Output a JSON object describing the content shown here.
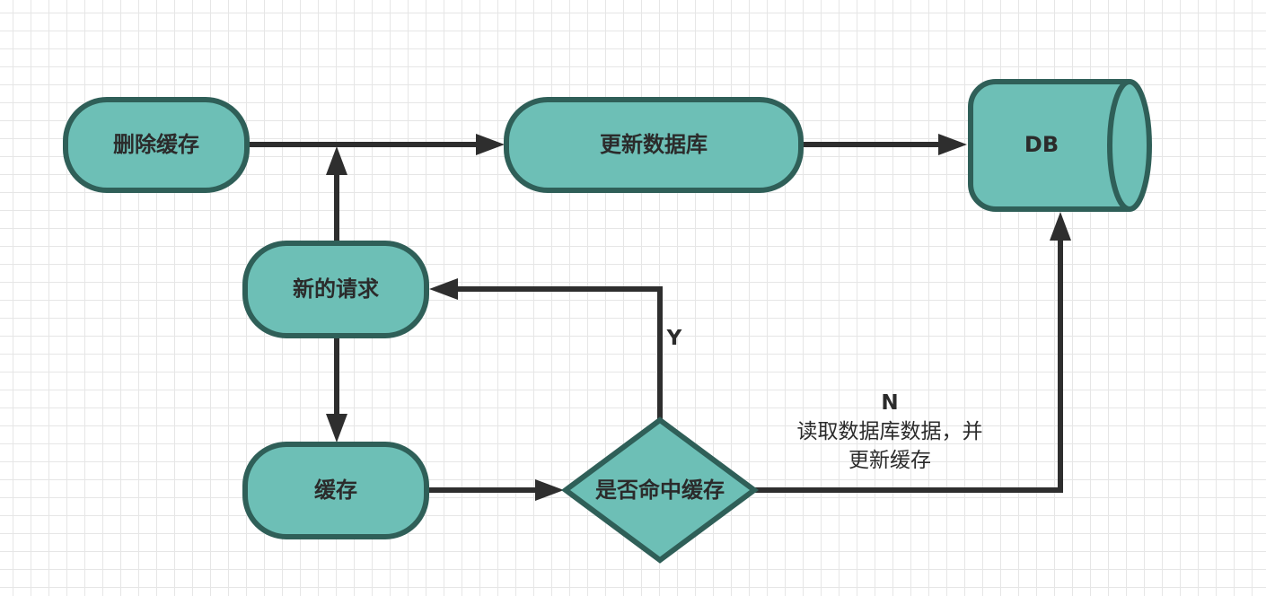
{
  "nodes": {
    "delete_cache": {
      "label": "删除缓存"
    },
    "update_db": {
      "label": "更新数据库"
    },
    "db": {
      "label": "DB"
    },
    "new_request": {
      "label": "新的请求"
    },
    "cache": {
      "label": "缓存"
    },
    "hit_cache": {
      "label": "是否命中缓存"
    }
  },
  "edges": {
    "yes_label": "Y",
    "no_label": "N",
    "no_action_line1": "读取数据库数据，并",
    "no_action_line2": "更新缓存"
  },
  "colors": {
    "node_fill": "#6dbfb6",
    "node_stroke": "#2f5f58",
    "edge": "#2e2e2e",
    "grid": "#e6e6e6"
  }
}
